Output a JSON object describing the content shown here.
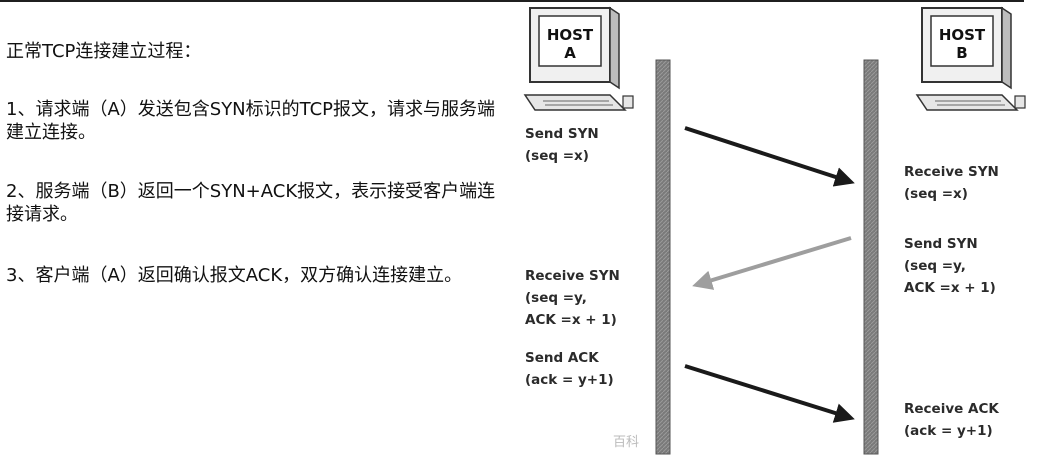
{
  "description": {
    "title": "正常TCP连接建立过程：",
    "steps": [
      "1、请求端（A）发送包含SYN标识的TCP报文，请求与服务端建立连接。",
      "2、服务端（B）返回一个SYN+ACK报文，表示接受客户端连接请求。",
      "3、客户端（A）返回确认报文ACK，双方确认连接建立。"
    ]
  },
  "diagram": {
    "host_a": {
      "line1": "HOST",
      "line2": "A"
    },
    "host_b": {
      "line1": "HOST",
      "line2": "B"
    },
    "host_a_events": [
      {
        "line1": "Send SYN",
        "line2": "(seq =x)",
        "line3": ""
      },
      {
        "line1": "Receive SYN",
        "line2": "(seq =y,",
        "line3": "ACK =x + 1)"
      },
      {
        "line1": "Send ACK",
        "line2": "(ack = y+1)",
        "line3": ""
      }
    ],
    "host_b_events": [
      {
        "line1": "Receive SYN",
        "line2": "(seq =x)",
        "line3": ""
      },
      {
        "line1": "Send SYN",
        "line2": "(seq =y,",
        "line3": "ACK =x + 1)"
      },
      {
        "line1": "Receive ACK",
        "line2": "(ack = y+1)",
        "line3": ""
      }
    ],
    "arrows": [
      {
        "from": "host-a",
        "to": "host-b",
        "color": "#1a1a1a"
      },
      {
        "from": "host-b",
        "to": "host-a",
        "color": "#9e9e9e"
      },
      {
        "from": "host-a",
        "to": "host-b",
        "color": "#1a1a1a"
      }
    ],
    "watermark": "百科"
  }
}
